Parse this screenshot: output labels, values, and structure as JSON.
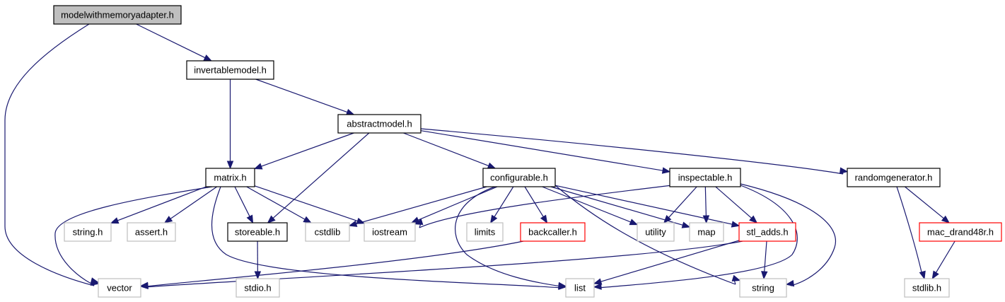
{
  "colors": {
    "edge": "#191970",
    "root_fill": "#bfbfbf",
    "normal_border": "#000000",
    "system_border": "#bfbfbf",
    "missing_border": "#ff0000"
  },
  "nodes": [
    {
      "id": "modelwithmemoryadapter",
      "label": "modelwithmemoryadapter.h",
      "kind": "root"
    },
    {
      "id": "invertablemodel",
      "label": "invertablemodel.h",
      "kind": "normal"
    },
    {
      "id": "abstractmodel",
      "label": "abstractmodel.h",
      "kind": "normal"
    },
    {
      "id": "matrix",
      "label": "matrix.h",
      "kind": "normal"
    },
    {
      "id": "configurable",
      "label": "configurable.h",
      "kind": "normal"
    },
    {
      "id": "inspectable",
      "label": "inspectable.h",
      "kind": "normal"
    },
    {
      "id": "randomgenerator",
      "label": "randomgenerator.h",
      "kind": "normal"
    },
    {
      "id": "string_h",
      "label": "string.h",
      "kind": "system"
    },
    {
      "id": "assert_h",
      "label": "assert.h",
      "kind": "system"
    },
    {
      "id": "storeable",
      "label": "storeable.h",
      "kind": "normal"
    },
    {
      "id": "cstdlib",
      "label": "cstdlib",
      "kind": "system"
    },
    {
      "id": "iostream",
      "label": "iostream",
      "kind": "system"
    },
    {
      "id": "limits",
      "label": "limits",
      "kind": "system"
    },
    {
      "id": "backcaller",
      "label": "backcaller.h",
      "kind": "missing"
    },
    {
      "id": "utility",
      "label": "utility",
      "kind": "system"
    },
    {
      "id": "map",
      "label": "map",
      "kind": "system"
    },
    {
      "id": "stl_adds",
      "label": "stl_adds.h",
      "kind": "missing"
    },
    {
      "id": "mac_drand48r",
      "label": "mac_drand48r.h",
      "kind": "missing"
    },
    {
      "id": "vector",
      "label": "vector",
      "kind": "system"
    },
    {
      "id": "stdio_h",
      "label": "stdio.h",
      "kind": "system"
    },
    {
      "id": "list",
      "label": "list",
      "kind": "system"
    },
    {
      "id": "string",
      "label": "string",
      "kind": "system"
    },
    {
      "id": "stdlib_h",
      "label": "stdlib.h",
      "kind": "system"
    }
  ],
  "edges": [
    {
      "from": "modelwithmemoryadapter",
      "to": "invertablemodel"
    },
    {
      "from": "modelwithmemoryadapter",
      "to": "vector"
    },
    {
      "from": "invertablemodel",
      "to": "abstractmodel"
    },
    {
      "from": "invertablemodel",
      "to": "matrix"
    },
    {
      "from": "abstractmodel",
      "to": "matrix"
    },
    {
      "from": "abstractmodel",
      "to": "storeable"
    },
    {
      "from": "abstractmodel",
      "to": "configurable"
    },
    {
      "from": "abstractmodel",
      "to": "inspectable"
    },
    {
      "from": "abstractmodel",
      "to": "randomgenerator"
    },
    {
      "from": "matrix",
      "to": "string_h"
    },
    {
      "from": "matrix",
      "to": "assert_h"
    },
    {
      "from": "matrix",
      "to": "storeable"
    },
    {
      "from": "matrix",
      "to": "cstdlib"
    },
    {
      "from": "matrix",
      "to": "iostream"
    },
    {
      "from": "matrix",
      "to": "vector"
    },
    {
      "from": "matrix",
      "to": "list"
    },
    {
      "from": "storeable",
      "to": "stdio_h"
    },
    {
      "from": "configurable",
      "to": "cstdlib"
    },
    {
      "from": "configurable",
      "to": "iostream"
    },
    {
      "from": "configurable",
      "to": "limits"
    },
    {
      "from": "configurable",
      "to": "backcaller"
    },
    {
      "from": "configurable",
      "to": "utility"
    },
    {
      "from": "configurable",
      "to": "map"
    },
    {
      "from": "configurable",
      "to": "stl_adds"
    },
    {
      "from": "configurable",
      "to": "list"
    },
    {
      "from": "configurable",
      "to": "string"
    },
    {
      "from": "inspectable",
      "to": "iostream"
    },
    {
      "from": "inspectable",
      "to": "utility"
    },
    {
      "from": "inspectable",
      "to": "map"
    },
    {
      "from": "inspectable",
      "to": "stl_adds"
    },
    {
      "from": "inspectable",
      "to": "list"
    },
    {
      "from": "inspectable",
      "to": "string"
    },
    {
      "from": "randomgenerator",
      "to": "mac_drand48r"
    },
    {
      "from": "randomgenerator",
      "to": "stdlib_h"
    },
    {
      "from": "backcaller",
      "to": "vector"
    },
    {
      "from": "stl_adds",
      "to": "vector"
    },
    {
      "from": "stl_adds",
      "to": "list"
    },
    {
      "from": "stl_adds",
      "to": "string"
    },
    {
      "from": "mac_drand48r",
      "to": "stdlib_h"
    }
  ]
}
